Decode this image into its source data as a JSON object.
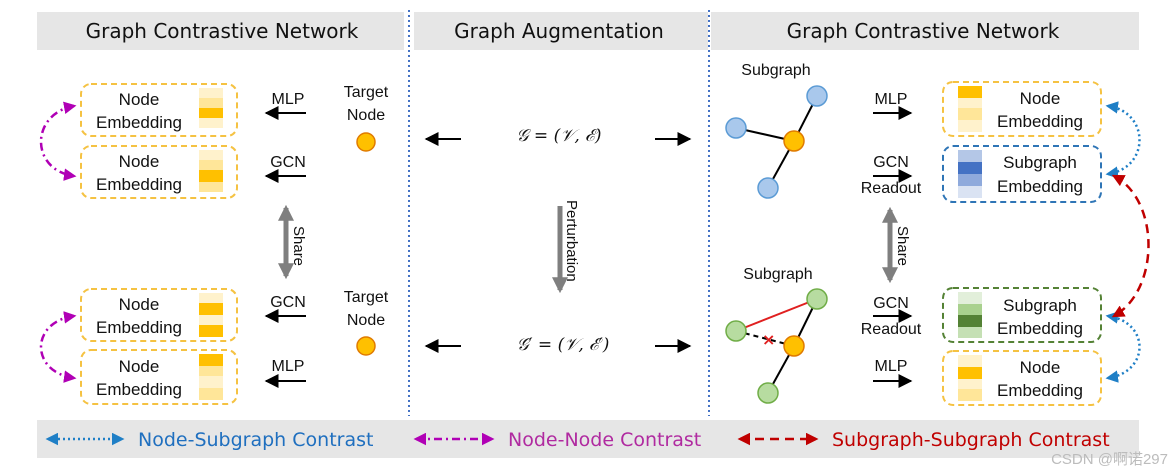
{
  "headers": {
    "left": "Graph Contrastive Network",
    "middle": "Graph Augmentation",
    "right": "Graph Contrastive Network"
  },
  "left_panel": {
    "target_node": [
      "Target",
      "Node"
    ],
    "mlp": "MLP",
    "gcn": "GCN",
    "share": "Share",
    "node_embedding": [
      "Node",
      "Embedding"
    ]
  },
  "middle_panel": {
    "graph": "𝒢 = (𝒱, ℰ)",
    "graph_prime": "𝒢′ = (𝒱, ℰ′)",
    "perturbation": "Perturbation"
  },
  "right_panel": {
    "subgraph": "Subgraph",
    "mlp": "MLP",
    "gcn": "GCN",
    "readout": "Readout",
    "share": "Share",
    "node_embedding": [
      "Node",
      "Embedding"
    ],
    "subgraph_embedding": [
      "Subgraph",
      "Embedding"
    ]
  },
  "legend": {
    "node_subgraph": "Node-Subgraph Contrast",
    "node_node": "Node-Node Contrast",
    "subgraph_subgraph": "Subgraph-Subgraph Contrast"
  },
  "watermark": "CSDN @啊诺297",
  "colors": {
    "header_bg": "#e6e6e6",
    "legend_bg": "#e6e6e6",
    "yellow_border": "#f5c242",
    "node_orange": "#ffc000",
    "node_blue": "#a9c8ec",
    "node_green": "#b7dca0",
    "blue_contrast": "#1f7fc6",
    "purple_contrast": "#b000b5",
    "red_contrast": "#c00000",
    "blue_text": "#1f6fbf",
    "purple_text": "#b02aa0",
    "red_text": "#c00000"
  }
}
